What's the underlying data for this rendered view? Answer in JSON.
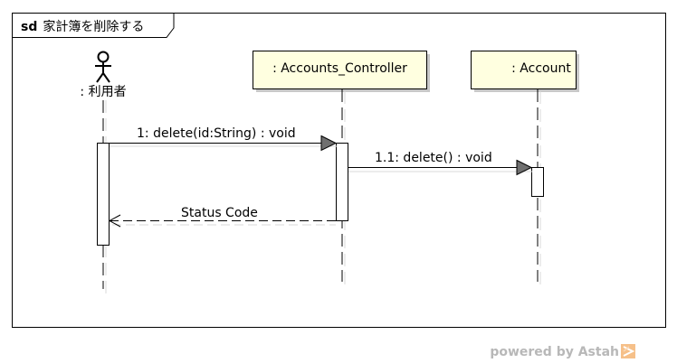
{
  "frame": {
    "keyword": "sd",
    "name": "家計簿を削除する"
  },
  "participants": {
    "user": {
      "label": ": 利用者"
    },
    "controller": {
      "label": ": Accounts_Controller"
    },
    "account": {
      "label": ": Account"
    }
  },
  "messages": {
    "m1": {
      "label": "1: delete(id:String) : void"
    },
    "m2": {
      "label": "1.1: delete() : void"
    },
    "r1": {
      "label": "Status Code"
    }
  },
  "footer": {
    "label": "powered by Astah"
  },
  "colors": {
    "participant_fill": "#ffffe0",
    "shadow": "#b0b0b0",
    "arrowhead": "#707070",
    "frame_border": "#000000"
  }
}
